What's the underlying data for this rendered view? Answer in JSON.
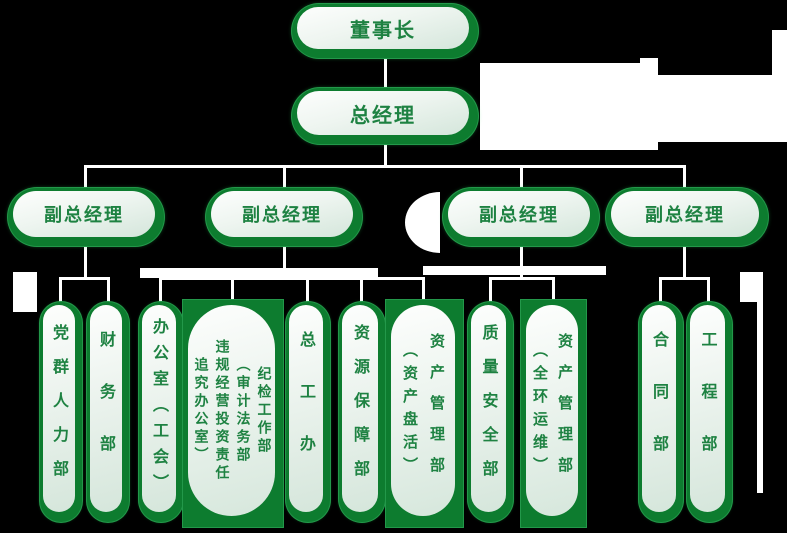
{
  "org": {
    "chairman": "董事长",
    "general_manager": "总经理",
    "deputy_label": "副总经理",
    "departments": [
      {
        "columns": [
          "党群人力部"
        ]
      },
      {
        "columns": [
          "财务部"
        ]
      },
      {
        "columns": [
          "办公室（工会）"
        ]
      },
      {
        "columns": [
          "纪检工作部",
          "（审计法务部",
          "违规经营投资责任",
          "追究办公室）"
        ]
      },
      {
        "columns": [
          "总工办"
        ]
      },
      {
        "columns": [
          "资源保障部"
        ]
      },
      {
        "columns": [
          "资产管理部",
          "（资产盘活）"
        ]
      },
      {
        "columns": [
          "质量安全部"
        ]
      },
      {
        "columns": [
          "资产管理部",
          "（全环运维）"
        ]
      },
      {
        "columns": [
          "合同部"
        ]
      },
      {
        "columns": [
          "工程部"
        ]
      }
    ]
  },
  "colors": {
    "background": "#000000",
    "connector": "#ffffff",
    "node_border_green": "#0d7c2f",
    "node_text_green": "#1e8242",
    "node_fill_light": "#fdfefd",
    "node_fill_dark": "#d5e6db"
  }
}
